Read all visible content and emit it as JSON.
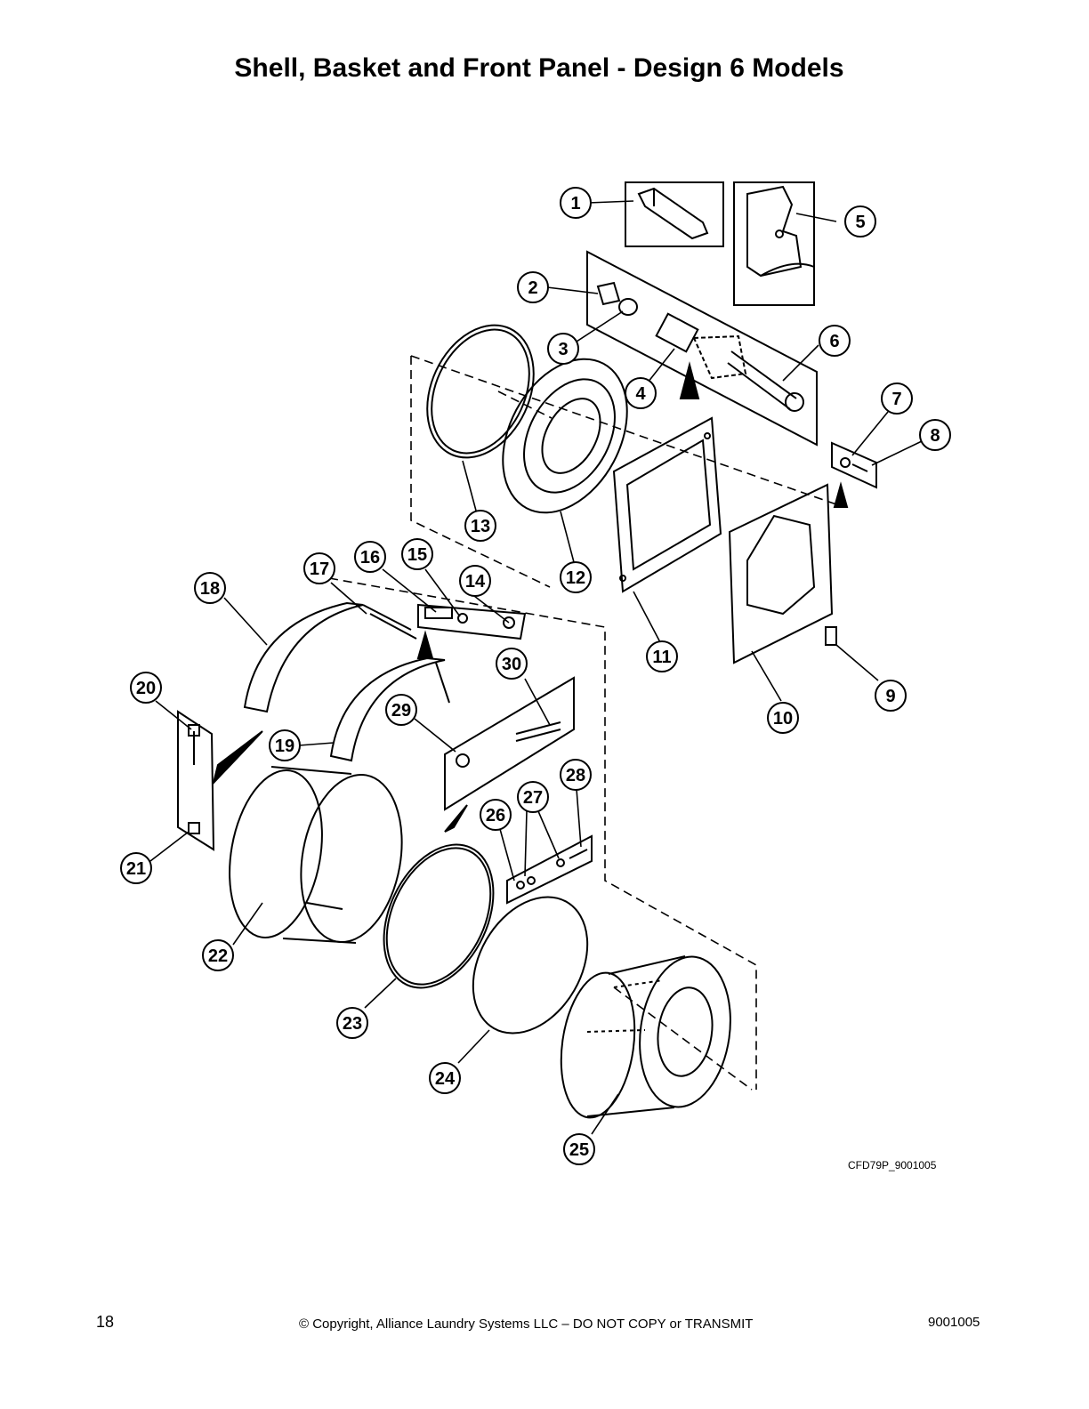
{
  "page": {
    "title": "Shell, Basket and Front Panel - Design 6 Models",
    "drawing_code": "CFD79P_9001005",
    "page_number": "18",
    "copyright": "© Copyright, Alliance Laundry Systems LLC – DO NOT COPY or TRANSMIT",
    "doc_number": "9001005"
  },
  "callouts": [
    "1",
    "2",
    "3",
    "4",
    "5",
    "6",
    "7",
    "8",
    "9",
    "10",
    "11",
    "12",
    "13",
    "14",
    "15",
    "16",
    "17",
    "18",
    "19",
    "20",
    "21",
    "22",
    "23",
    "24",
    "25",
    "26",
    "27",
    "28",
    "29",
    "30"
  ]
}
